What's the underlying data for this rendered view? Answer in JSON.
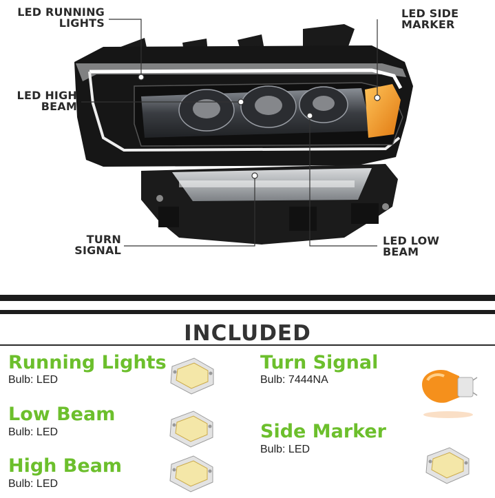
{
  "callouts": {
    "running_lights": "LED RUNNING\nLIGHTS",
    "side_marker": "LED SIDE\nMARKER",
    "high_beam": "LED HIGH\nBEAM",
    "turn_signal": "TURN\nSIGNAL",
    "low_beam": "LED LOW\nBEAM"
  },
  "included": {
    "title": "INCLUDED",
    "items": [
      {
        "name": "Running Lights",
        "bulb": "Bulb: LED",
        "icon": "led-chip-icon"
      },
      {
        "name": "Low Beam",
        "bulb": "Bulb: LED",
        "icon": "led-chip-icon"
      },
      {
        "name": "High Beam",
        "bulb": "Bulb: LED",
        "icon": "led-chip-icon"
      },
      {
        "name": "Turn Signal",
        "bulb": "Bulb: 7444NA",
        "icon": "amber-bulb-icon"
      },
      {
        "name": "Side Marker",
        "bulb": "Bulb: LED",
        "icon": "led-chip-icon"
      }
    ]
  },
  "colors": {
    "item_green": "#6cbf2c",
    "housing": "#1a1a1a",
    "amber": "#f39a1c",
    "band": "#1c1c1c"
  }
}
